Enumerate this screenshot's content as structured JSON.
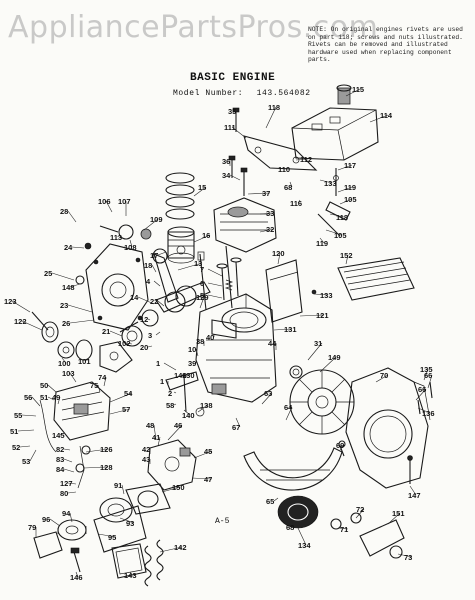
{
  "watermark": "AppliancePartsPros.com",
  "notice_text": "NOTE: On original engines rivets are used on part 118; screws and nuts illustrated. Rivets can be removed and illustrated hardware used when replacing component parts.",
  "title": "BASIC ENGINE",
  "model_label": "Model Number:",
  "model_number": "143.564082",
  "page_ref": "A-5",
  "callouts": [
    {
      "id": "c1",
      "text": "35"
    },
    {
      "id": "c2",
      "text": "111"
    },
    {
      "id": "c3",
      "text": "118"
    },
    {
      "id": "c4",
      "text": "115"
    },
    {
      "id": "c5",
      "text": "114"
    },
    {
      "id": "c6",
      "text": "36"
    },
    {
      "id": "c7",
      "text": "34"
    },
    {
      "id": "c8",
      "text": "110"
    },
    {
      "id": "c9",
      "text": "112"
    },
    {
      "id": "c10",
      "text": "133"
    },
    {
      "id": "c11",
      "text": "117"
    },
    {
      "id": "c12",
      "text": "68"
    },
    {
      "id": "c13",
      "text": "37"
    },
    {
      "id": "c14",
      "text": "116"
    },
    {
      "id": "c15",
      "text": "119"
    },
    {
      "id": "c16",
      "text": "105"
    },
    {
      "id": "c17",
      "text": "15"
    },
    {
      "id": "c18",
      "text": "33"
    },
    {
      "id": "c19",
      "text": "118"
    },
    {
      "id": "c20",
      "text": "32"
    },
    {
      "id": "c21",
      "text": "105"
    },
    {
      "id": "c22",
      "text": "119"
    },
    {
      "id": "c23",
      "text": "106"
    },
    {
      "id": "c24",
      "text": "107"
    },
    {
      "id": "c25",
      "text": "28"
    },
    {
      "id": "c26",
      "text": "109"
    },
    {
      "id": "c27",
      "text": "113"
    },
    {
      "id": "c28",
      "text": "108"
    },
    {
      "id": "c29",
      "text": "24"
    },
    {
      "id": "c30",
      "text": "16"
    },
    {
      "id": "c31",
      "text": "17"
    },
    {
      "id": "c32",
      "text": "13"
    },
    {
      "id": "c33",
      "text": "7"
    },
    {
      "id": "c34",
      "text": "6"
    },
    {
      "id": "c35",
      "text": "5"
    },
    {
      "id": "c36",
      "text": "120"
    },
    {
      "id": "c37",
      "text": "152"
    },
    {
      "id": "c38",
      "text": "25"
    },
    {
      "id": "c39",
      "text": "148"
    },
    {
      "id": "c40",
      "text": "18"
    },
    {
      "id": "c41",
      "text": "4"
    },
    {
      "id": "c42",
      "text": "14"
    },
    {
      "id": "c43",
      "text": "129"
    },
    {
      "id": "c44",
      "text": "133"
    },
    {
      "id": "c45",
      "text": "123"
    },
    {
      "id": "c46",
      "text": "122"
    },
    {
      "id": "c47",
      "text": "23"
    },
    {
      "id": "c48",
      "text": "26"
    },
    {
      "id": "c49",
      "text": "22"
    },
    {
      "id": "c50",
      "text": "12"
    },
    {
      "id": "c51",
      "text": "3"
    },
    {
      "id": "c52",
      "text": "121"
    },
    {
      "id": "c53",
      "text": "21"
    },
    {
      "id": "c54",
      "text": "102"
    },
    {
      "id": "c55",
      "text": "20"
    },
    {
      "id": "c56",
      "text": "131"
    },
    {
      "id": "c57",
      "text": "1"
    },
    {
      "id": "c58",
      "text": "146"
    },
    {
      "id": "c59",
      "text": "10"
    },
    {
      "id": "c60",
      "text": "38"
    },
    {
      "id": "c61",
      "text": "39"
    },
    {
      "id": "c62",
      "text": "44"
    },
    {
      "id": "c63",
      "text": "31"
    },
    {
      "id": "c64",
      "text": "149"
    },
    {
      "id": "c65",
      "text": "101"
    },
    {
      "id": "c66",
      "text": "100"
    },
    {
      "id": "c67",
      "text": "103"
    },
    {
      "id": "c68",
      "text": "74"
    },
    {
      "id": "c69",
      "text": "75"
    },
    {
      "id": "c70",
      "text": "50"
    },
    {
      "id": "c71",
      "text": "51"
    },
    {
      "id": "c72",
      "text": "49"
    },
    {
      "id": "c73",
      "text": "56"
    },
    {
      "id": "c74",
      "text": "55"
    },
    {
      "id": "c75",
      "text": "54"
    },
    {
      "id": "c76",
      "text": "57"
    },
    {
      "id": "c77",
      "text": "51"
    },
    {
      "id": "c78",
      "text": "53"
    },
    {
      "id": "c79",
      "text": "52"
    },
    {
      "id": "c80",
      "text": "145"
    },
    {
      "id": "c81",
      "text": "82"
    },
    {
      "id": "c82",
      "text": "83"
    },
    {
      "id": "c83",
      "text": "84"
    },
    {
      "id": "c84",
      "text": "128"
    },
    {
      "id": "c85",
      "text": "126"
    },
    {
      "id": "c86",
      "text": "127"
    },
    {
      "id": "c87",
      "text": "80"
    },
    {
      "id": "c88",
      "text": "1"
    },
    {
      "id": "c89",
      "text": "2"
    },
    {
      "id": "c90",
      "text": "58"
    },
    {
      "id": "c91",
      "text": "140"
    },
    {
      "id": "c92",
      "text": "138"
    },
    {
      "id": "c93",
      "text": "130"
    },
    {
      "id": "c94",
      "text": "48"
    },
    {
      "id": "c95",
      "text": "46"
    },
    {
      "id": "c96",
      "text": "41"
    },
    {
      "id": "c97",
      "text": "42"
    },
    {
      "id": "c98",
      "text": "43"
    },
    {
      "id": "c99",
      "text": "45"
    },
    {
      "id": "c100",
      "text": "47"
    },
    {
      "id": "c101",
      "text": "150"
    },
    {
      "id": "c102",
      "text": "91"
    },
    {
      "id": "c103",
      "text": "93"
    },
    {
      "id": "c104",
      "text": "96"
    },
    {
      "id": "c105",
      "text": "95"
    },
    {
      "id": "c106",
      "text": "94"
    },
    {
      "id": "c107",
      "text": "79"
    },
    {
      "id": "c108",
      "text": "143"
    },
    {
      "id": "c109",
      "text": "146"
    },
    {
      "id": "c110",
      "text": "142"
    },
    {
      "id": "c111",
      "text": "63"
    },
    {
      "id": "c112",
      "text": "67"
    },
    {
      "id": "c113",
      "text": "64"
    },
    {
      "id": "c114",
      "text": "65"
    },
    {
      "id": "c115",
      "text": "66"
    },
    {
      "id": "c116",
      "text": "70"
    },
    {
      "id": "c117",
      "text": "135"
    },
    {
      "id": "c118",
      "text": "69"
    },
    {
      "id": "c119",
      "text": "66"
    },
    {
      "id": "c120",
      "text": "136"
    },
    {
      "id": "c121",
      "text": "147"
    },
    {
      "id": "c122",
      "text": "68"
    },
    {
      "id": "c123",
      "text": "134"
    },
    {
      "id": "c124",
      "text": "71"
    },
    {
      "id": "c125",
      "text": "72"
    },
    {
      "id": "c126",
      "text": "151"
    },
    {
      "id": "c127",
      "text": "73"
    },
    {
      "id": "c128",
      "text": "40"
    }
  ]
}
